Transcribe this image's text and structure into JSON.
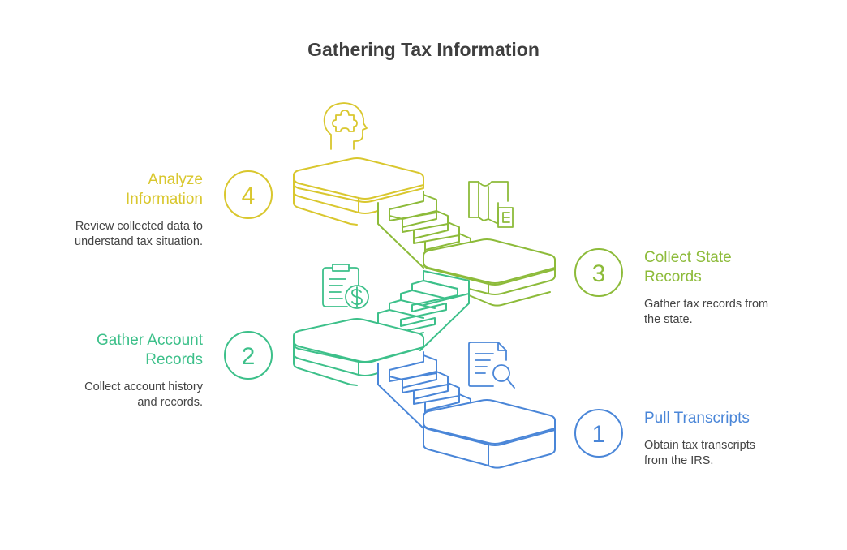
{
  "title": "Gathering Tax Information",
  "colors": {
    "step1": "#4A86D8",
    "step2": "#3DC08A",
    "step3": "#8DBB3A",
    "step4": "#D9C72E",
    "text": "#444444"
  },
  "steps": [
    {
      "number": "1",
      "title_lines": [
        "Pull Transcripts"
      ],
      "description_lines": [
        "Obtain tax transcripts",
        "from the IRS."
      ],
      "icon": "document-search-icon"
    },
    {
      "number": "2",
      "title_lines": [
        "Gather Account",
        "Records"
      ],
      "description_lines": [
        "Collect account history",
        "and records."
      ],
      "icon": "clipboard-dollar-icon"
    },
    {
      "number": "3",
      "title_lines": [
        "Collect State",
        "Records"
      ],
      "description_lines": [
        "Gather tax records from",
        "the state."
      ],
      "icon": "state-map-icon"
    },
    {
      "number": "4",
      "title_lines": [
        "Analyze",
        "Information"
      ],
      "description_lines": [
        "Review collected data to",
        "understand tax situation."
      ],
      "icon": "head-puzzle-icon"
    }
  ]
}
